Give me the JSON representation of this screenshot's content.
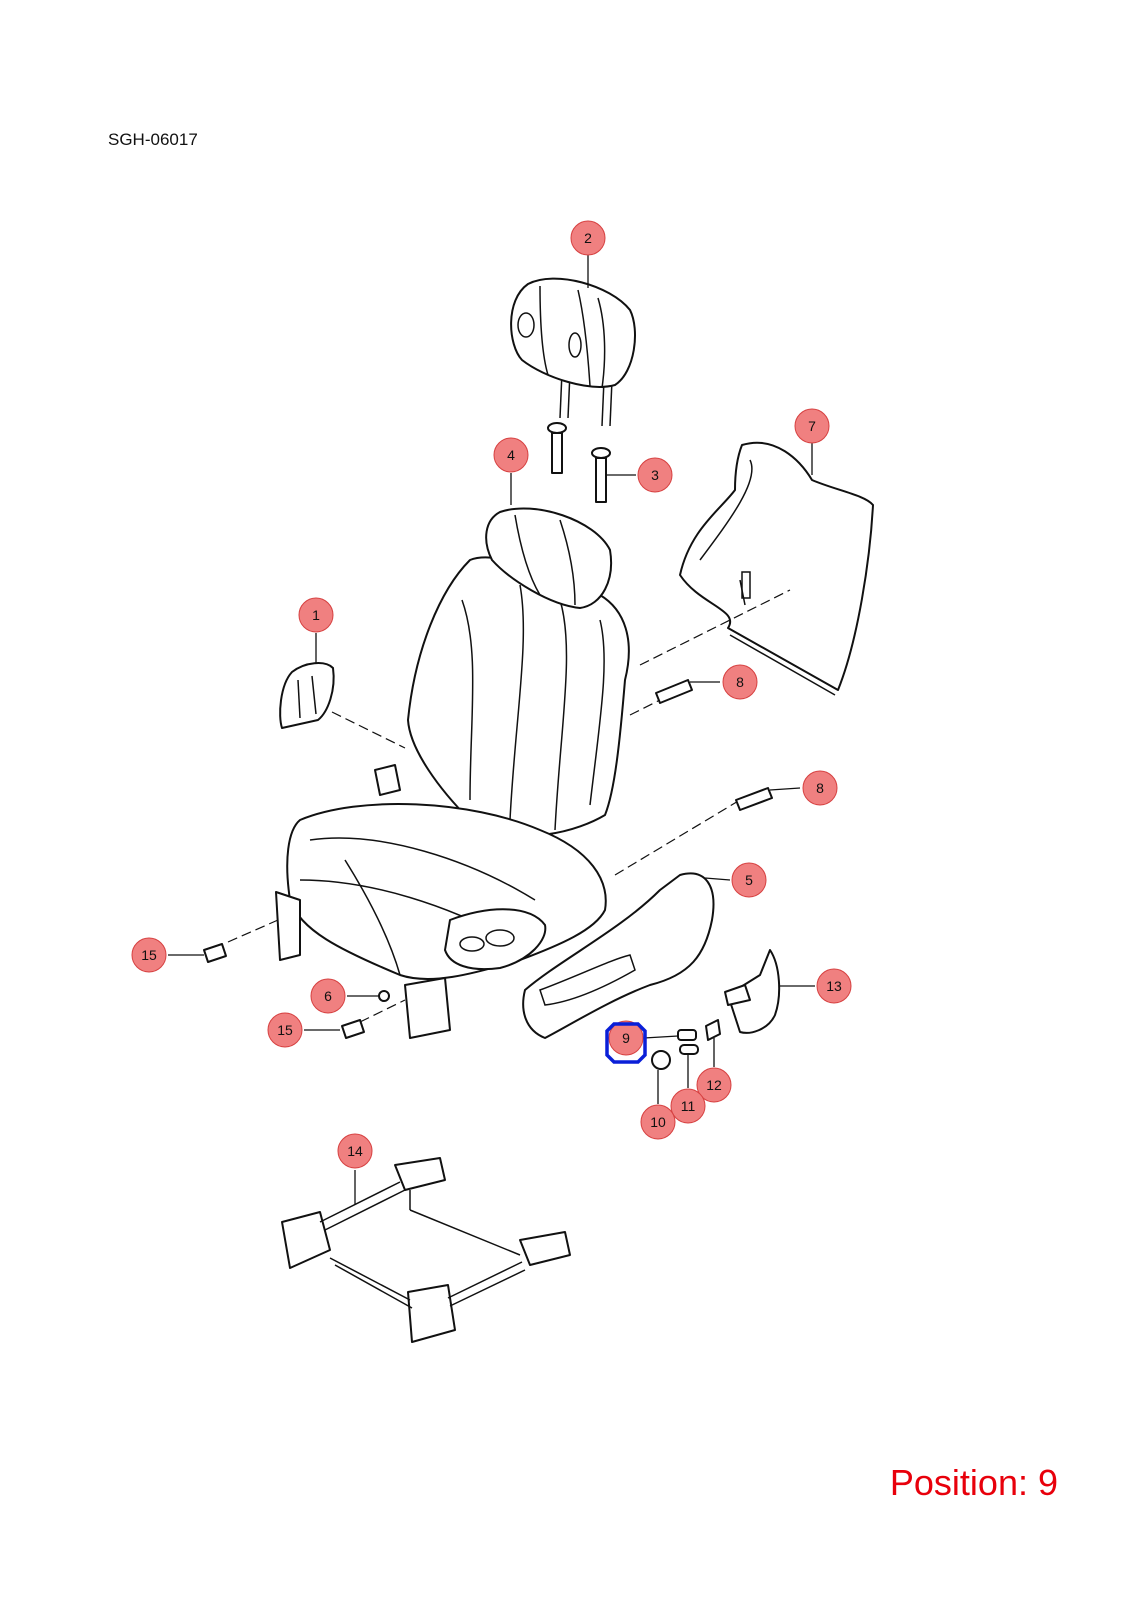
{
  "diagram_code": "SGH-06017",
  "position_label": "Position: 9",
  "callouts": [
    {
      "id": "c2",
      "label": "2"
    },
    {
      "id": "c7",
      "label": "7"
    },
    {
      "id": "c4",
      "label": "4"
    },
    {
      "id": "c3",
      "label": "3"
    },
    {
      "id": "c1",
      "label": "1"
    },
    {
      "id": "c8a",
      "label": "8"
    },
    {
      "id": "c8b",
      "label": "8"
    },
    {
      "id": "c5",
      "label": "5"
    },
    {
      "id": "c15a",
      "label": "15"
    },
    {
      "id": "c6",
      "label": "6"
    },
    {
      "id": "c13",
      "label": "13"
    },
    {
      "id": "c15b",
      "label": "15"
    },
    {
      "id": "c9",
      "label": "9"
    },
    {
      "id": "c12",
      "label": "12"
    },
    {
      "id": "c11",
      "label": "11"
    },
    {
      "id": "c10",
      "label": "10"
    },
    {
      "id": "c14",
      "label": "14"
    }
  ],
  "colors": {
    "callout_fill": "#f08080",
    "highlight": "#0a1fd8",
    "position_text": "#e8000b"
  },
  "selected_callout": "9"
}
